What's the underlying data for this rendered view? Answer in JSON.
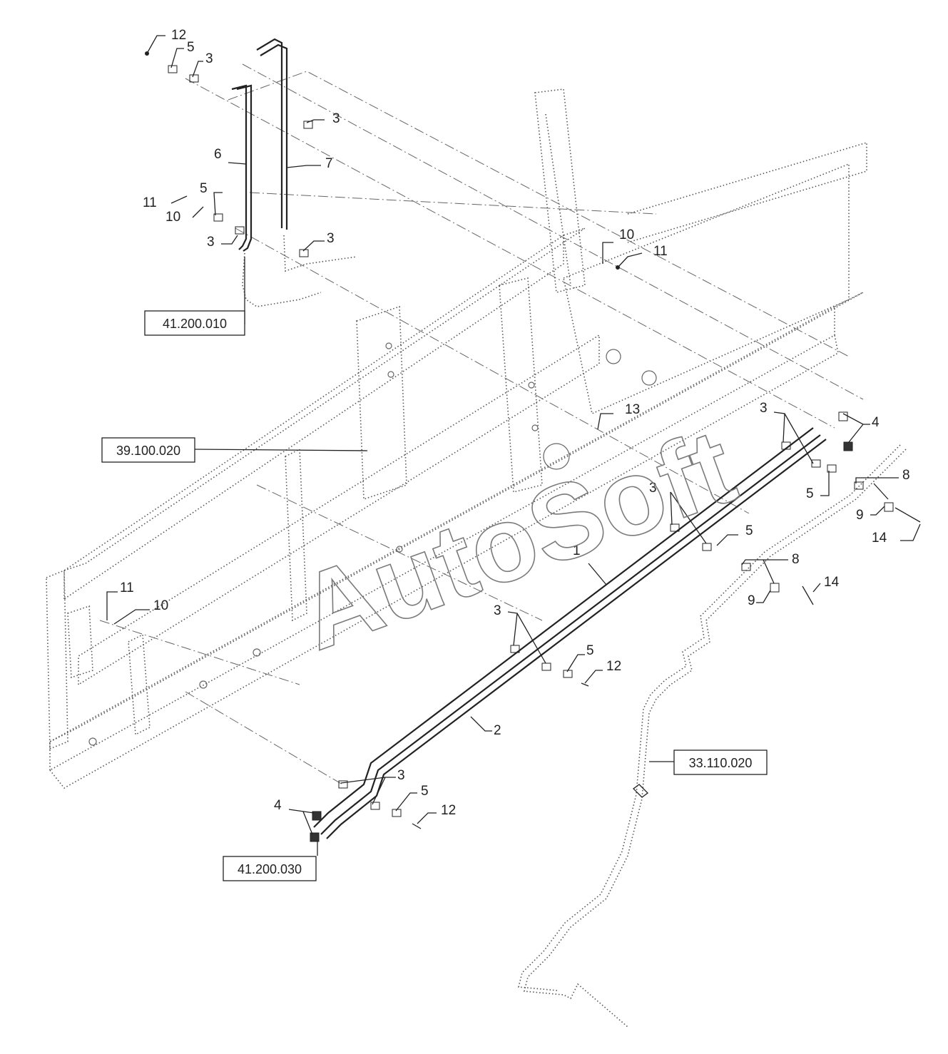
{
  "watermark": "AutoSoft",
  "references": {
    "r1": "41.200.010",
    "r2": "39.100.020",
    "r3": "33.110.020",
    "r4": "41.200.030"
  },
  "callouts": {
    "c12a": "12",
    "c5a": "5",
    "c3a": "3",
    "c3b": "3",
    "c6": "6",
    "c7": "7",
    "c5b": "5",
    "c11a": "11",
    "c10a": "10",
    "c3c": "3",
    "c3d": "3",
    "c10b": "10",
    "c11b": "11",
    "c13": "13",
    "c3e": "3",
    "c4a": "4",
    "c8a": "8",
    "c5c": "5",
    "c9a": "9",
    "c14a": "14",
    "c3f": "3",
    "c5d": "5",
    "c8b": "8",
    "c1": "1",
    "c9b": "9",
    "c14b": "14",
    "c11c": "11",
    "c10c": "10",
    "c3g": "3",
    "c5e": "5",
    "c12b": "12",
    "c2": "2",
    "c3h": "3",
    "c5f": "5",
    "c12c": "12",
    "c4b": "4"
  }
}
